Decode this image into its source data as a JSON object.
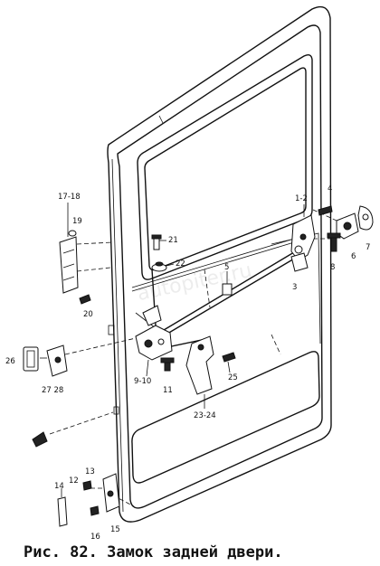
{
  "caption": "Рис. 82. Замок задней двери.",
  "callouts": {
    "c1_2": "1-2",
    "c3": "3",
    "c4": "4",
    "c5": "5",
    "c6": "6",
    "c7": "7",
    "c8": "8",
    "c9_10": "9-10",
    "c11": "11",
    "c12": "12",
    "c13": "13",
    "c14": "14",
    "c15": "15",
    "c16": "16",
    "c17_18": "17-18",
    "c19": "19",
    "c20": "20",
    "c21": "21",
    "c22": "22",
    "c23_24": "23-24",
    "c25": "25",
    "c26": "26",
    "c27_28": "27 28"
  }
}
